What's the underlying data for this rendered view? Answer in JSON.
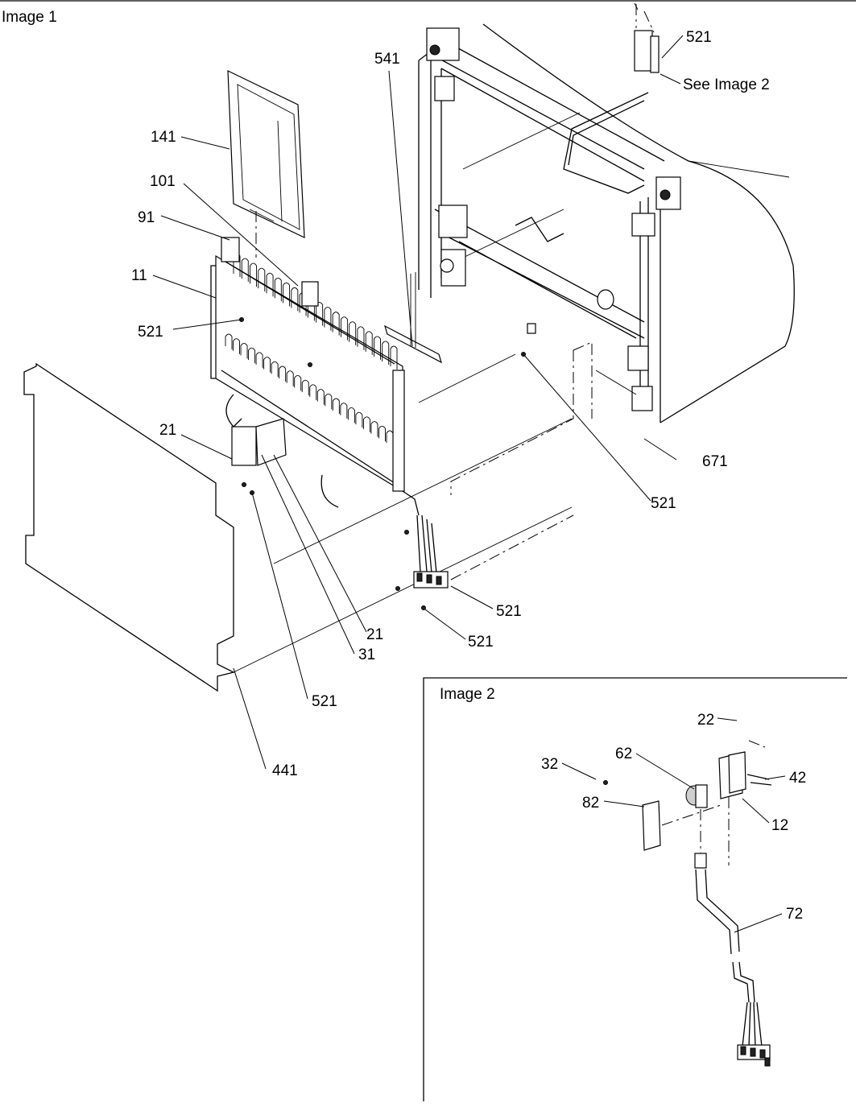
{
  "image1": {
    "title": "Image 1",
    "callouts": {
      "c521_top": "521",
      "see_image2": "See Image 2",
      "c541": "541",
      "c141": "141",
      "c101": "101",
      "c91": "91",
      "c11": "11",
      "c521_left": "521",
      "c21_left": "21",
      "c671": "671",
      "c521_mid": "521",
      "c521_harness1": "521",
      "c521_harness2": "521",
      "c21_bottom": "21",
      "c31": "31",
      "c521_bottom": "521",
      "c441": "441"
    }
  },
  "image2": {
    "title": "Image 2",
    "callouts": {
      "c22": "22",
      "c62": "62",
      "c32": "32",
      "c42": "42",
      "c82": "82",
      "c12": "12",
      "c72": "72"
    }
  }
}
